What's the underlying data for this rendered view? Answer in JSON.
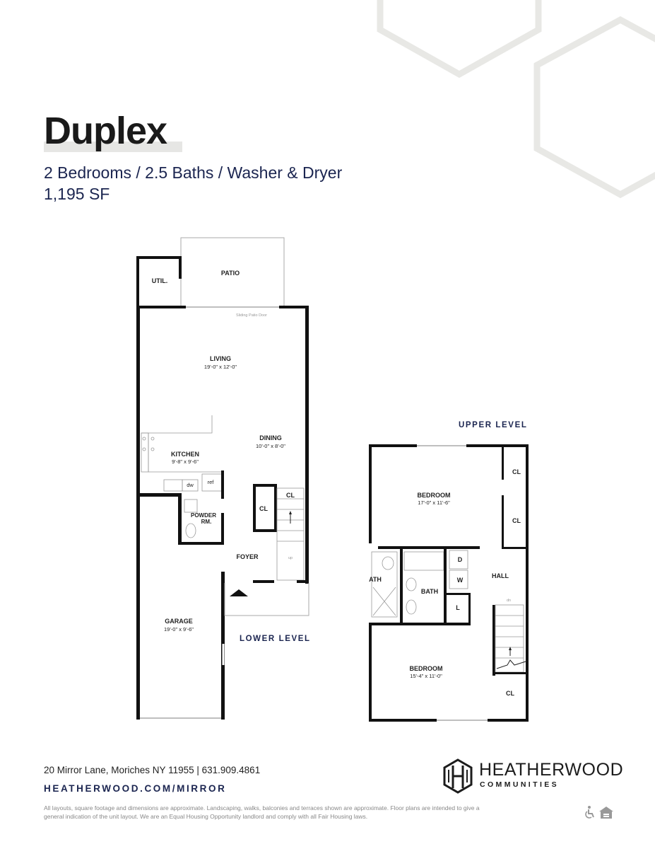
{
  "header": {
    "title": "Duplex",
    "subtitle": "2 Bedrooms / 2.5 Baths / Washer & Dryer",
    "square_feet": "1,195 SF"
  },
  "floorplan": {
    "lower_level": {
      "label": "LOWER LEVEL",
      "rooms": {
        "util": "UTIL.",
        "patio": "PATIO",
        "sliding_door": "Sliding Patio Door",
        "living": "LIVING",
        "living_dim": "19'-0\" x 12'-0\"",
        "dining": "DINING",
        "dining_dim": "10'-0\" x 8'-0\"",
        "kitchen": "KITCHEN",
        "kitchen_dim": "9'-8\" x 9'-6\"",
        "dw": "dw",
        "ref": "ref",
        "powder_line1": "POWDER",
        "powder_line2": "RM.",
        "cl_1": "CL",
        "cl_2": "CL",
        "up": "up",
        "foyer": "FOYER",
        "garage": "GARAGE",
        "garage_dim": "19'-0\" x 9'-6\""
      }
    },
    "upper_level": {
      "label": "UPPER LEVEL",
      "rooms": {
        "bedroom_1": "BEDROOM",
        "bedroom_1_dim": "17'-0\" x 11'-6\"",
        "cl_1": "CL",
        "cl_2": "CL",
        "bath_partial": "ATH",
        "bath": "BATH",
        "d": "D",
        "w": "W",
        "l": "L",
        "hall": "HALL",
        "dn": "dn",
        "bedroom_2": "BEDROOM",
        "bedroom_2_dim": "15'-4\" x 11'-0\"",
        "cl_3": "CL"
      }
    }
  },
  "footer": {
    "address": "20 Mirror Lane, Moriches NY 11955  |  631.909.4861",
    "url": "HEATHERWOOD.COM/MIRROR",
    "disclaimer": "All layouts, square footage and dimensions are approximate. Landscaping, walks, balconies and terraces shown are approximate. Floor plans are intended to give a general indication of the unit layout. We are an Equal Housing Opportunity landlord and comply with all Fair Housing laws.",
    "brand_name": "HEATHERWOOD",
    "brand_sub": "COMMUNITIES",
    "icons": [
      "accessibility-icon",
      "equal-housing-icon"
    ]
  },
  "colors": {
    "navy": "#1b2550",
    "hex_outline": "#e8e8e5"
  }
}
